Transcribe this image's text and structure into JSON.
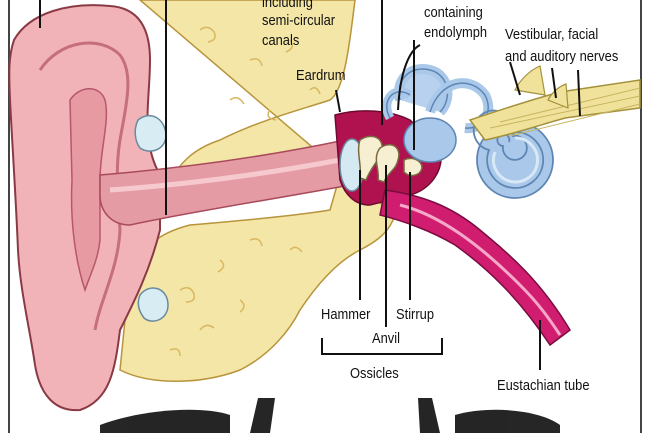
{
  "labels": {
    "semicircular_line1": "including",
    "semicircular_line2": "semi-circular",
    "semicircular_line3": "canals",
    "endolymph_line1": "containing",
    "endolymph_line2": "endolymph",
    "nerves_line1": "Vestibular, facial",
    "nerves_line2": "and auditory nerves",
    "eardrum": "Eardrum",
    "hammer": "Hammer",
    "stirrup": "Stirrup",
    "anvil": "Anvil",
    "ossicles": "Ossicles",
    "eustachian_tube": "Eustachian tube"
  },
  "colors": {
    "outer_ear_skin": "#f2b3b8",
    "ear_canal": "#d98a93",
    "bone": "#f3e6a6",
    "bone_texture": "#e3c873",
    "middle_ear": "#b0124f",
    "eustachian_tube": "#d11d70",
    "cochlea": "#a9c8ea",
    "nerves": "#f0e29a",
    "eardrum": "#d5e9f3"
  }
}
